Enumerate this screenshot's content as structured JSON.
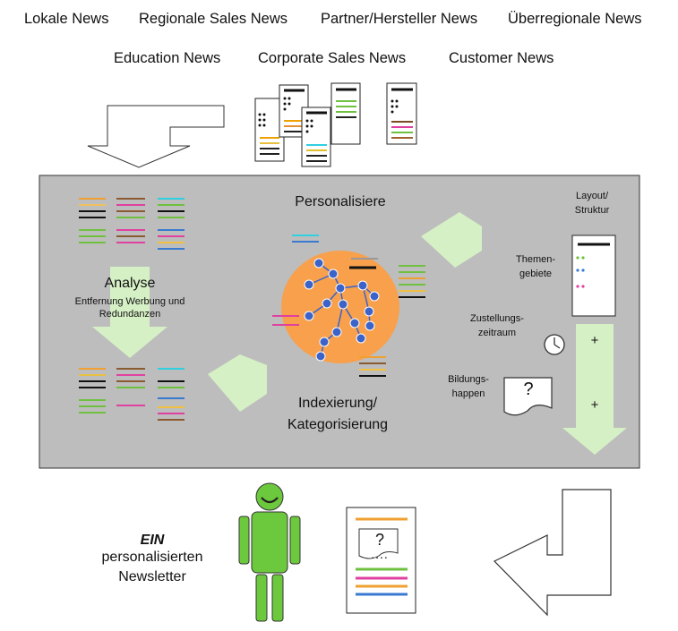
{
  "categories": {
    "row1": [
      "Lokale News",
      "Regionale Sales News",
      "Partner/Hersteller News",
      "Überregionale News"
    ],
    "row2": [
      "Education News",
      "Corporate Sales News",
      "Customer News"
    ]
  },
  "analysis": {
    "title": "Analyse",
    "subtitle_line1": "Entfernung Werbung und",
    "subtitle_line2": "Redundanzen"
  },
  "personalize": {
    "title": "Personalisiere"
  },
  "indexing": {
    "line1": "Indexierung/",
    "line2": "Kategorisierung"
  },
  "layout": {
    "line1": "Layout/",
    "line2": "Struktur"
  },
  "topics": {
    "line1": "Themen-",
    "line2": "gebiete"
  },
  "delivery": {
    "line1": "Zustellungs-",
    "line2": "zeitraum"
  },
  "learning": {
    "line1": "Bildungs-",
    "line2": "happen"
  },
  "result": {
    "line1": "EIN",
    "line2": "personalisierten",
    "line3": "Newsletter"
  },
  "symbols": {
    "plus": "+",
    "question": "?"
  },
  "colors": {
    "panel": "#bdbdbd",
    "pale_green": "#d6f0c6",
    "orange_oval": "#f8a04b",
    "node_blue": "#3b63c9",
    "person_green": "#6cc83c"
  }
}
